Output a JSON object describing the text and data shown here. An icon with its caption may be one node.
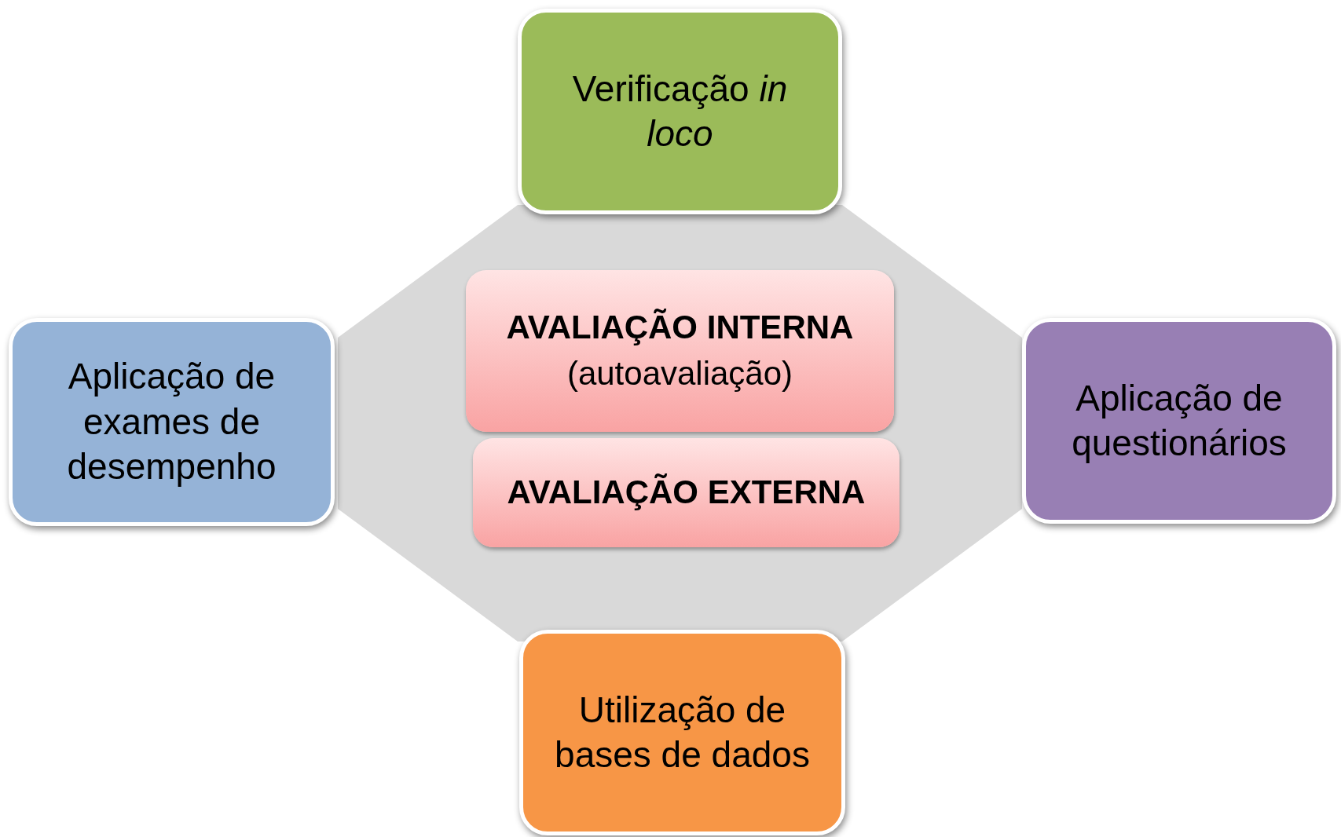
{
  "diagram": {
    "nodes": [
      {
        "text": [
          "Verificação *in loco*"
        ]
      },
      {
        "text": [
          "AVALIAÇÃO INTERNA",
          "(autoavaliação)"
        ]
      },
      {
        "text": [
          "Aplicação de exames de desempenho"
        ]
      },
      {
        "text": [
          "AVALIAÇÃO EXTERNA"
        ]
      },
      {
        "text": [
          "Aplicação de questionários"
        ]
      },
      {
        "text": [
          "Utilização de bases de dados"
        ]
      }
    ]
  }
}
